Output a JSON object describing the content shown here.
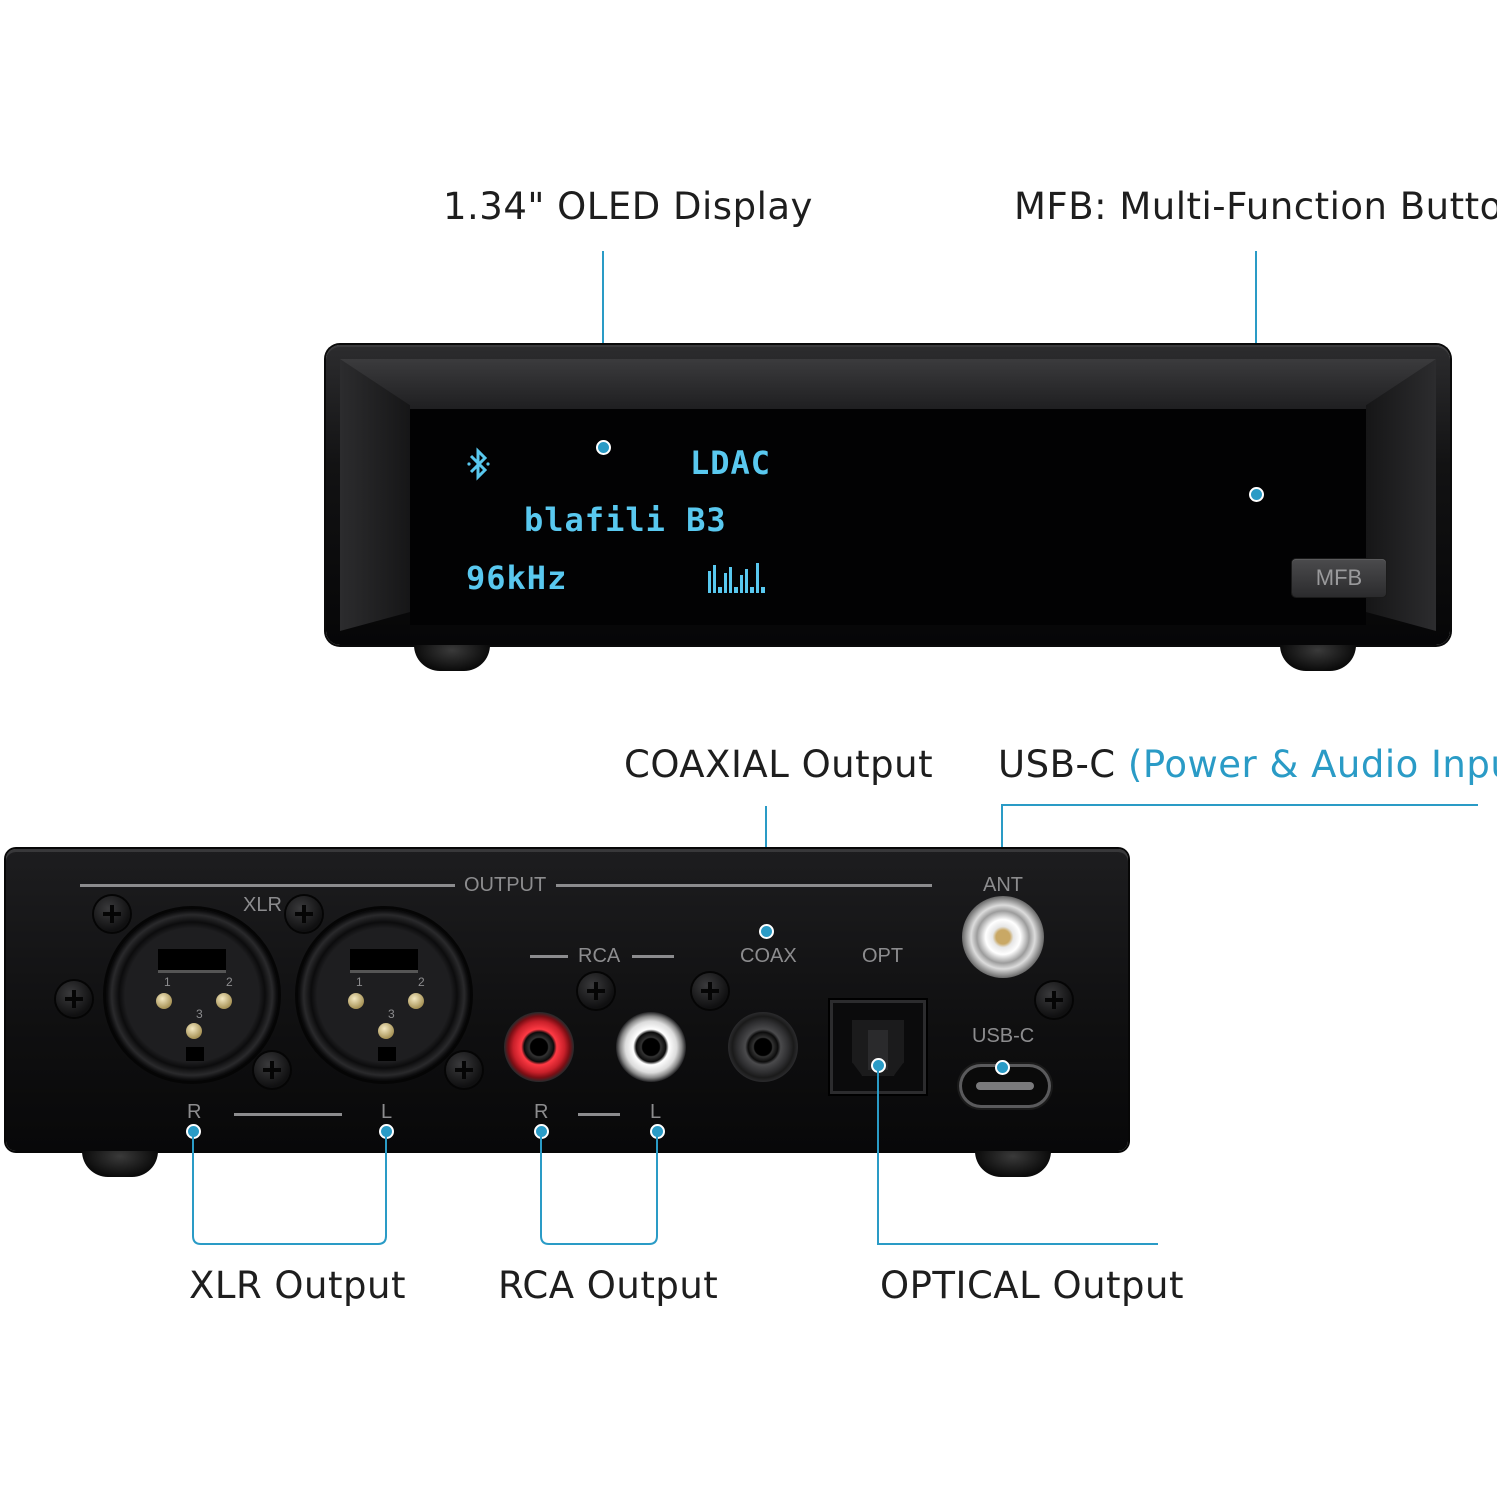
{
  "callouts": {
    "oled_display": "1.34\" OLED Display",
    "mfb": "MFB: Multi-Function Button",
    "coaxial_output": "COAXIAL Output",
    "usbc_prefix": "USB-C",
    "usbc_accent": "(Power & Audio Input)",
    "xlr_output": "XLR Output",
    "rca_output": "RCA Output",
    "optical_output": "OPTICAL Output"
  },
  "oled": {
    "bt_icon": "bluetooth-icon",
    "codec": "LDAC",
    "device_name": "blafili B3",
    "sample_rate": "96kHz",
    "level_icon": "level-meter-icon"
  },
  "front_panel": {
    "button_label": "MFB"
  },
  "rear_panel": {
    "output": "OUTPUT",
    "xlr": "XLR",
    "rca": "RCA",
    "coax": "COAX",
    "opt": "OPT",
    "ant": "ANT",
    "usbc": "USB-C",
    "r": "R",
    "l": "L",
    "pin1": "1",
    "pin2": "2",
    "pin3": "3"
  },
  "colors": {
    "accent": "#2a9bc6",
    "oled_text": "#59c8ef",
    "rca_red": "#c8202a",
    "rca_white": "#e8e8e8"
  }
}
